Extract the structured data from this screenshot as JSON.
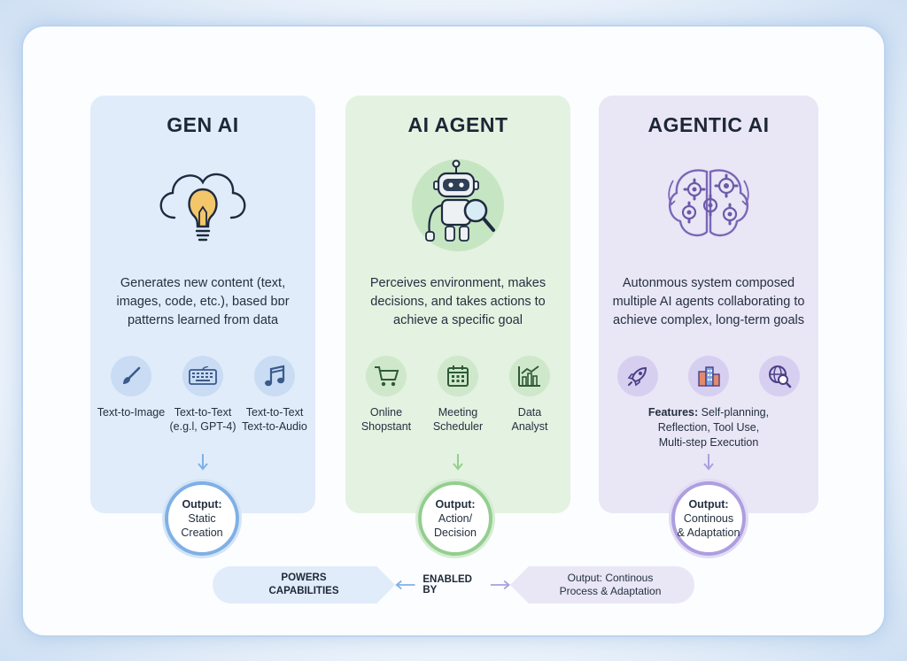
{
  "panels": [
    {
      "title": "GEN AI",
      "description": "Generates new content (text, images, code, etc.), based bɒr patterns learned from data",
      "hero_icon": "cloud-lightbulb-icon",
      "capabilities": [
        {
          "label_line1": "Text-to-Image",
          "label_line2": "",
          "icon": "paintbrush-icon"
        },
        {
          "label_line1": "Text-to-Text",
          "label_line2": "(e.g.l, GPT-4)",
          "icon": "keyboard-icon"
        },
        {
          "label_line1": "Text-to-Text",
          "label_line2": "Text-to-Audio",
          "icon": "music-note-icon"
        }
      ],
      "output": {
        "heading": "Output:",
        "line1": "Static",
        "line2": "Creation"
      },
      "accent": "#7fb0e6"
    },
    {
      "title": "AI AGENT",
      "description": "Perceives environment, makes decisions, and takes actions to achieve a specific goal",
      "hero_icon": "robot-magnifier-icon",
      "capabilities": [
        {
          "label_line1": "Online",
          "label_line2": "Shopstant",
          "icon": "shopping-cart-icon"
        },
        {
          "label_line1": "Meeting",
          "label_line2": "Scheduler",
          "icon": "calendar-icon"
        },
        {
          "label_line1": "Data",
          "label_line2": "Analyst",
          "icon": "bar-chart-icon"
        }
      ],
      "output": {
        "heading": "Output:",
        "line1": "Action/",
        "line2": "Decision"
      },
      "accent": "#93cf8e"
    },
    {
      "title": "AGENTIC AI",
      "description": "Autonmous system composed multiple AI agents collaborating to achieve complex, long-term goals",
      "hero_icon": "brain-gears-icon",
      "capabilities": [
        {
          "icon": "rocket-icon"
        },
        {
          "icon": "buildings-icon"
        },
        {
          "icon": "globe-search-icon"
        }
      ],
      "features": {
        "heading": "Features:",
        "line1": "Self-planning,",
        "line2": "Reflection, Tool Use,",
        "line3": "Multi-step Execution"
      },
      "output": {
        "heading": "Output:",
        "line1": "Continous",
        "line2": "& Adaptation"
      },
      "accent": "#ad9ee0"
    }
  ],
  "bottom": {
    "left_line1": "POWERS",
    "left_line2": "CAPABILITIES",
    "middle": "ENABLED BY",
    "right_line1": "Output: Continous",
    "right_line2": "Process & Adaptation"
  }
}
